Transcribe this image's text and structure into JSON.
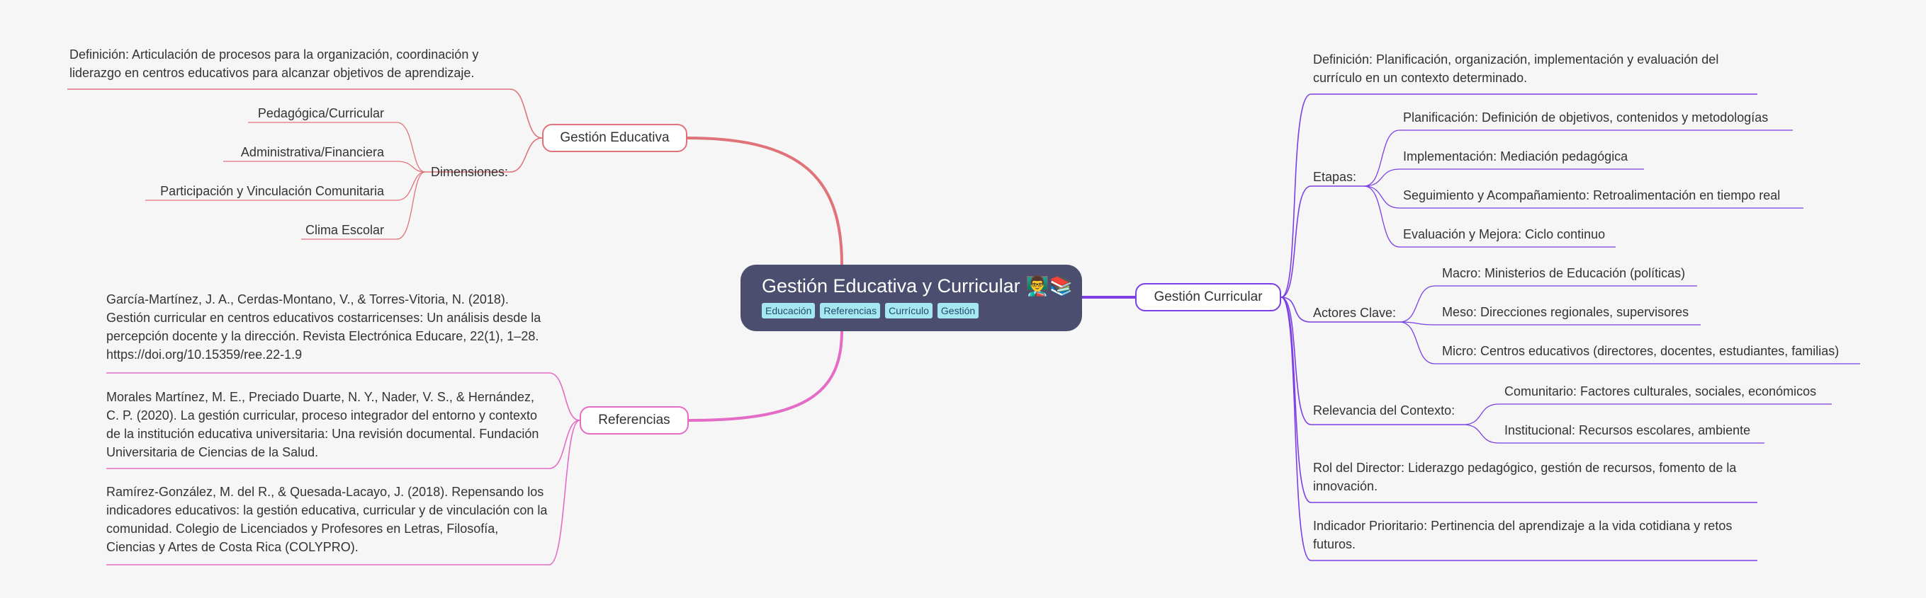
{
  "root": {
    "title": "Gestión Educativa y Curricular 👨‍🏫📚",
    "tags": [
      "Educación",
      "Referencias",
      "Currículo",
      "Gestión"
    ]
  },
  "gestion_educativa": {
    "label": "Gestión Educativa",
    "definicion": "Definición: Articulación de procesos para la organización, coordinación y liderazgo en centros educativos para alcanzar objetivos de aprendizaje.",
    "dimensiones": {
      "label": "Dimensiones:",
      "items": [
        "Pedagógica/Curricular",
        "Administrativa/Financiera",
        "Participación y Vinculación Comunitaria",
        "Clima Escolar"
      ]
    }
  },
  "referencias": {
    "label": "Referencias",
    "items": [
      "García-Martínez, J. A., Cerdas-Montano, V., & Torres-Vitoria, N. (2018). Gestión curricular en centros educativos costarricenses: Un análisis desde la percepción docente y la dirección. Revista Electrónica Educare, 22(1), 1–28. https://doi.org/10.15359/ree.22-1.9",
      "Morales Martínez, M. E., Preciado Duarte, N. Y., Nader, V. S., & Hernández, C. P. (2020). La gestión curricular, proceso integrador del entorno y contexto de la institución educativa universitaria: Una revisión documental. Fundación Universitaria de Ciencias de la Salud.",
      "Ramírez-González, M. del R., & Quesada-Lacayo, J. (2018). Repensando los indicadores educativos: la gestión educativa, curricular y de vinculación con la comunidad. Colegio de Licenciados y Profesores en Letras, Filosofía, Ciencias y Artes de Costa Rica (COLYPRO)."
    ]
  },
  "gestion_curricular": {
    "label": "Gestión Curricular",
    "definicion": "Definición: Planificación, organización, implementación y evaluación del currículo en un contexto determinado.",
    "etapas": {
      "label": "Etapas:",
      "items": [
        "Planificación: Definición de objetivos, contenidos y metodologías",
        "Implementación: Mediación pedagógica",
        "Seguimiento y Acompañamiento: Retroalimentación en tiempo real",
        "Evaluación y Mejora: Ciclo continuo"
      ]
    },
    "actores": {
      "label": "Actores Clave:",
      "items": [
        "Macro: Ministerios de Educación (políticas)",
        "Meso: Direcciones regionales, supervisores",
        "Micro: Centros educativos (directores, docentes, estudiantes, familias)"
      ]
    },
    "relevancia": {
      "label": "Relevancia del Contexto:",
      "items": [
        "Comunitario: Factores culturales, sociales, económicos",
        "Institucional: Recursos escolares, ambiente"
      ]
    },
    "rol_director": "Rol del Director: Liderazgo pedagógico, gestión de recursos, fomento de la innovación.",
    "indicador": "Indicador Prioritario: Pertinencia del aprendizaje a la vida cotidiana y retos futuros."
  },
  "colors": {
    "red_branch": "#e0737a",
    "pink_branch": "#e46bc6",
    "purple_branch": "#7b3fe4",
    "root_bg": "#4b4e6e",
    "tag_bg": "#a6e8f2"
  }
}
